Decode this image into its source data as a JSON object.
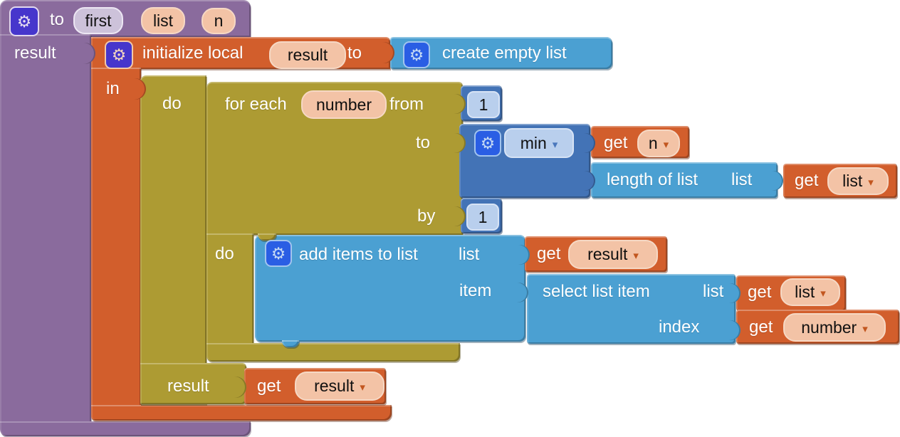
{
  "icons": {
    "gear": "⚙",
    "dropdown": "▾"
  },
  "colors": {
    "procedure_purple": "#8a6b9d",
    "variables_orange": "#d25e2c",
    "control_olive": "#ad9b33",
    "lists_blue": "#4ba0d2",
    "math_blue": "#4373b6",
    "background": "#ffffff"
  },
  "procedure": {
    "to": "to",
    "name": "first",
    "param1": "list",
    "param2": "n",
    "result": "result"
  },
  "init_local": {
    "label": "initialize local",
    "name": "result",
    "to": "to",
    "in": "in"
  },
  "create_empty_list": {
    "label": "create empty list"
  },
  "do_result": {
    "do": "do",
    "result": "result"
  },
  "for_each": {
    "label": "for each",
    "var": "number",
    "from": "from",
    "to": "to",
    "by": "by",
    "do": "do"
  },
  "from_value": {
    "value": "1"
  },
  "by_value": {
    "value": "1"
  },
  "min_block": {
    "op": "min"
  },
  "get_n": {
    "label": "get",
    "value": "n"
  },
  "length_of_list": {
    "label": "length of list",
    "list": "list"
  },
  "get_list_outer": {
    "label": "get",
    "value": "list"
  },
  "add_items": {
    "label": "add items to list",
    "list": "list",
    "item": "item"
  },
  "get_result_add": {
    "label": "get",
    "value": "result"
  },
  "select_item": {
    "label": "select list item",
    "list": "list",
    "index": "index"
  },
  "get_list_select": {
    "label": "get",
    "value": "list"
  },
  "get_number": {
    "label": "get",
    "value": "number"
  },
  "get_result_return": {
    "label": "get",
    "value": "result"
  }
}
